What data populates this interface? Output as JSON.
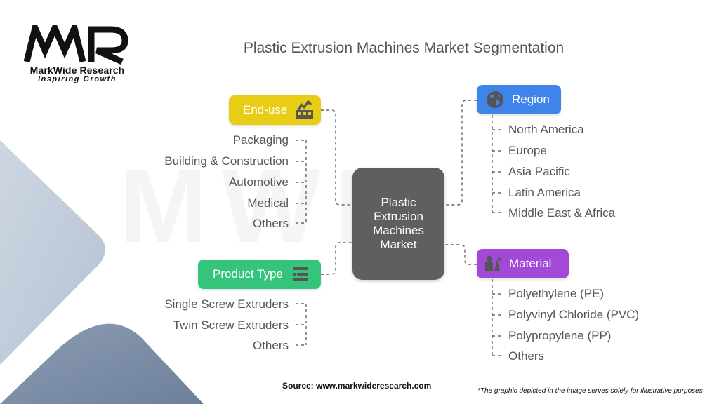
{
  "logo": {
    "name": "MarkWide Research",
    "tagline": "Inspiring Growth"
  },
  "title": "Plastic Extrusion Machines Market Segmentation",
  "center": {
    "label": "Plastic Extrusion Machines Market"
  },
  "segments": {
    "end_use": {
      "label": "End-use",
      "color": "#e8cc16",
      "icon": "factory-icon",
      "items": [
        "Packaging",
        "Building & Construction",
        "Automotive",
        "Medical",
        "Others"
      ]
    },
    "product_type": {
      "label": "Product Type",
      "color": "#34c47c",
      "icon": "list-icon",
      "items": [
        "Single Screw Extruders",
        "Twin Screw Extruders",
        "Others"
      ]
    },
    "region": {
      "label": "Region",
      "color": "#3f84ea",
      "icon": "globe-icon",
      "items": [
        "North America",
        "Europe",
        "Asia Pacific",
        "Latin America",
        "Middle East & Africa"
      ]
    },
    "material": {
      "label": "Material",
      "color": "#a24ad8",
      "icon": "materials-icon",
      "items": [
        "Polyethylene (PE)",
        "Polyvinyl Chloride (PVC)",
        "Polypropylene (PP)",
        "Others"
      ]
    }
  },
  "footer": {
    "source": "Source: www.markwideresearch.com",
    "disclaimer": "*The graphic depicted in the image serves solely for illustrative purposes"
  }
}
